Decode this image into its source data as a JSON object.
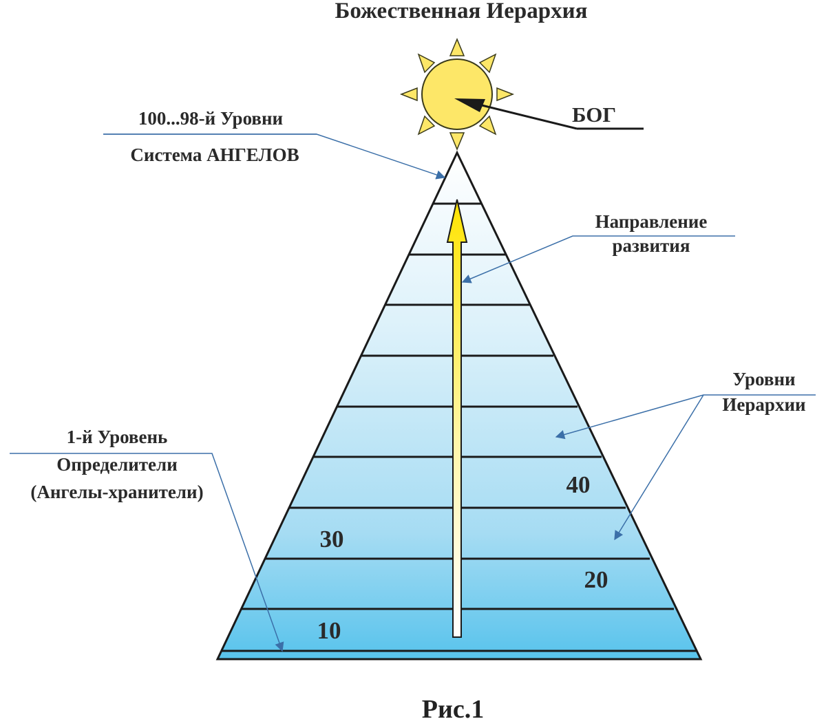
{
  "title": "Божественная Иерархия",
  "god_label": "БОГ",
  "top_levels": {
    "line1": "100...98-й Уровни",
    "line2": "Система АНГЕЛОВ"
  },
  "direction": {
    "line1": "Направление",
    "line2": "развития"
  },
  "hierarchy_levels": {
    "line1": "Уровни",
    "line2": "Иерархии"
  },
  "first_level": {
    "line1": "1-й Уровень",
    "line2": "Определители",
    "line3": "(Ангелы-хранители)"
  },
  "pyramid_numbers": {
    "n10": "10",
    "n20": "20",
    "n30": "30",
    "n40": "40"
  },
  "caption": "Рис.1",
  "colors": {
    "sun_fill": "#fde768",
    "sun_stroke": "#3a3a1a",
    "pyramid_top": "#ffffff",
    "pyramid_bottom": "#5ec6ee",
    "leader_line": "#3b6fa8",
    "arrow_fill_top": "#ffe800",
    "arrow_fill_bottom": "#ffffff"
  },
  "icons": {
    "sun": "sun-icon",
    "direction_arrow": "up-arrow-icon"
  }
}
